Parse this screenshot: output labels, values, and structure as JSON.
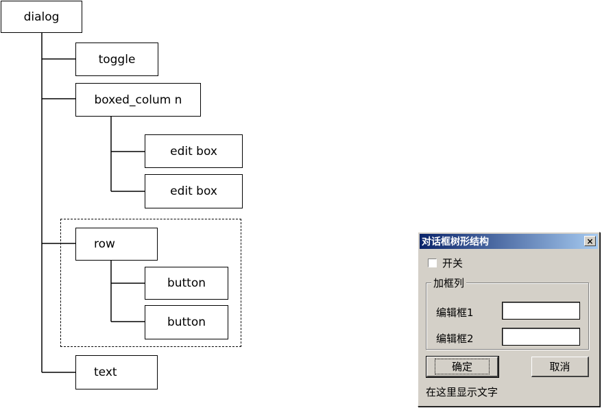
{
  "tree": {
    "dialog": "dialog",
    "toggle": "toggle",
    "boxed_column": "boxed_colum n",
    "edit_box_1": "edit box",
    "edit_box_2": "edit box",
    "row": "row",
    "button_1": "button",
    "button_2": "button",
    "text": "text"
  },
  "window": {
    "title": "对话框树形结构",
    "close_glyph": "×",
    "toggle_label": "开关",
    "group_label": "加框列",
    "field1_label": "编辑框1",
    "field1_value": "",
    "field2_label": "编辑框2",
    "field2_value": "",
    "ok_label": "确定",
    "cancel_label": "取消",
    "status_text": "在这里显示文字"
  }
}
